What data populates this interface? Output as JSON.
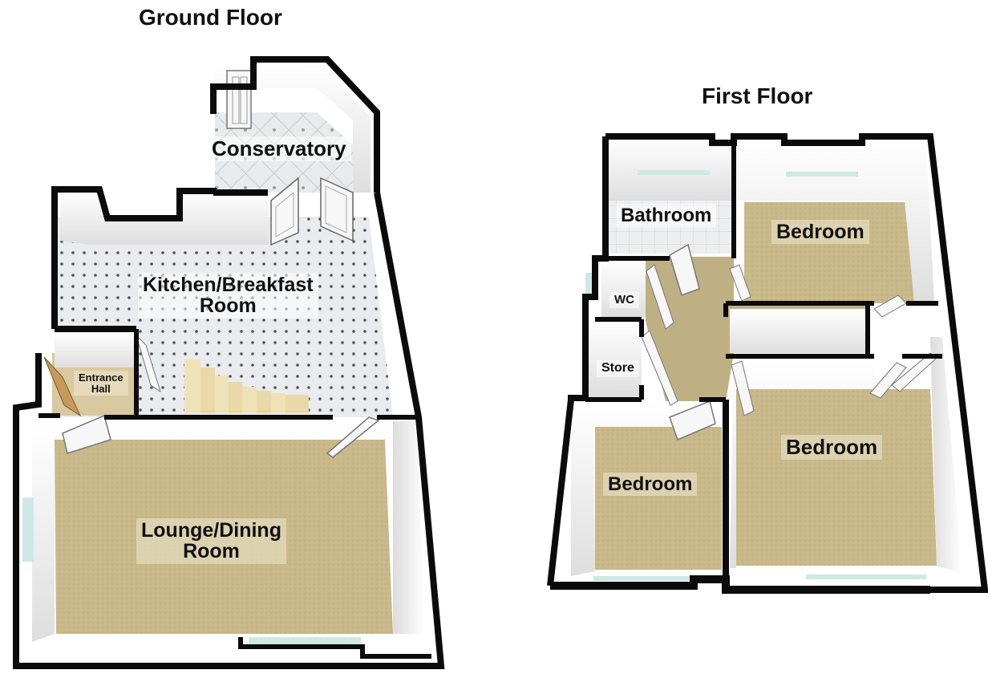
{
  "floors": {
    "ground": {
      "title": "Ground Floor",
      "rooms": {
        "conservatory": "Conservatory",
        "kitchen_line1": "Kitchen/Breakfast",
        "kitchen_line2": "Room",
        "entrance_line1": "Entrance",
        "entrance_line2": "Hall",
        "lounge_line1": "Lounge/Dining",
        "lounge_line2": "Room"
      }
    },
    "first": {
      "title": "First Floor",
      "rooms": {
        "bathroom": "Bathroom",
        "bedroom_top_right": "Bedroom",
        "wc": "WC",
        "store": "Store",
        "bedroom_bottom_left": "Bedroom",
        "bedroom_bottom_right": "Bedroom"
      }
    }
  },
  "colors": {
    "wall": "#0b0b0b",
    "carpet": "#c8b88a",
    "tile": "#e4e6e8",
    "wall_face": "#f4f4f4",
    "window": "#cfe8e6",
    "stairs": "#efe2b8"
  }
}
